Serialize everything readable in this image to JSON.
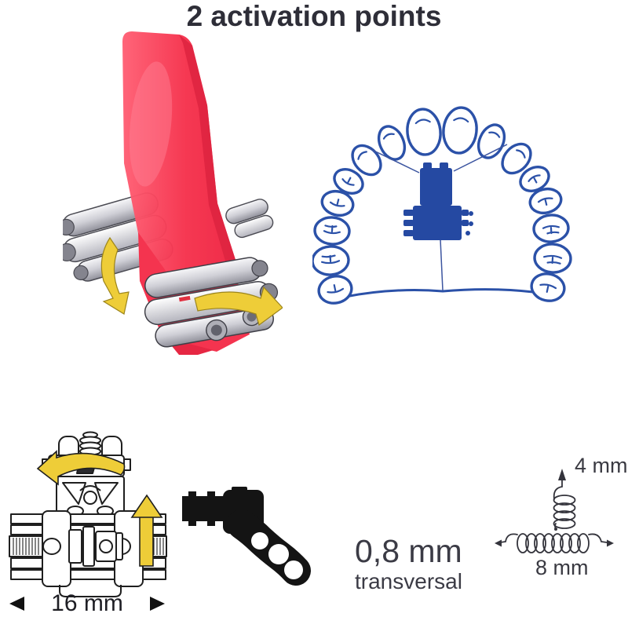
{
  "figure": {
    "headline": "2 activation points",
    "labels": {
      "screw_width": "16 mm",
      "transversal_value": "0,8 mm",
      "transversal_unit": "transversal",
      "spring_vertical": "4 mm",
      "spring_horizontal": "8 mm"
    },
    "colors": {
      "acrylic_pink": "#f5304b",
      "activation_yellow": "#eecd38",
      "diagram_blue": "#2b51a8",
      "ink": "#2e2e38"
    }
  }
}
